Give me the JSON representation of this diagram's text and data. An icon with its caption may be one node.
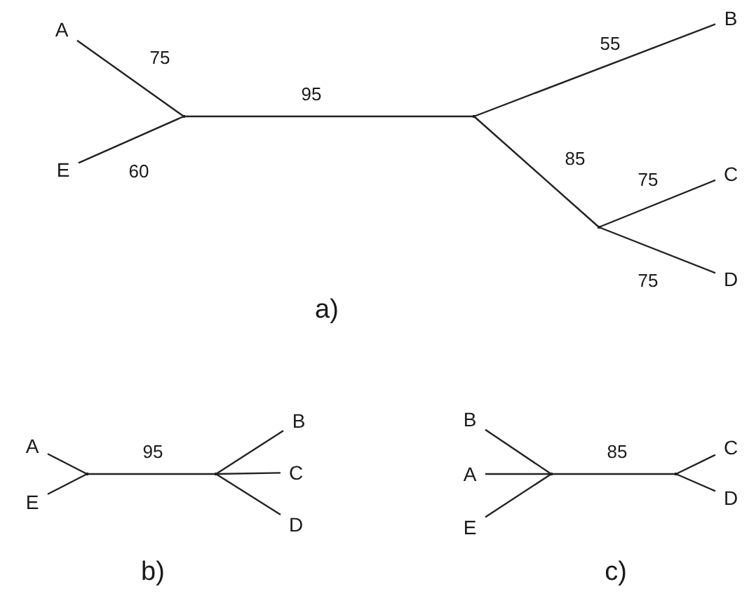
{
  "diagram": {
    "nodes": [
      {
        "text": [
          "A"
        ]
      },
      {
        "text": [
          "E"
        ]
      },
      {
        "text": [],
        "shape": "point"
      },
      {
        "text": [],
        "shape": "point"
      },
      {
        "text": [
          "B"
        ]
      },
      {
        "text": [],
        "shape": "point"
      },
      {
        "text": [
          "C"
        ]
      },
      {
        "text": [
          "D"
        ]
      },
      {
        "text": [
          "A"
        ]
      },
      {
        "text": [
          "E"
        ]
      },
      {
        "text": [],
        "shape": "point"
      },
      {
        "text": [],
        "shape": "point"
      },
      {
        "text": [
          "B"
        ]
      },
      {
        "text": [
          "C"
        ]
      },
      {
        "text": [
          "D"
        ]
      },
      {
        "text": [
          "B"
        ]
      },
      {
        "text": [
          "A"
        ]
      },
      {
        "text": [
          "E"
        ]
      },
      {
        "text": [],
        "shape": "point"
      },
      {
        "text": [],
        "shape": "point"
      },
      {
        "text": [
          "C"
        ]
      },
      {
        "text": [
          "D"
        ]
      }
    ],
    "edges": [
      {
        "from": 0,
        "to": 2,
        "arrow": "none",
        "label": "75"
      },
      {
        "from": 1,
        "to": 2,
        "arrow": "none",
        "label": "60"
      },
      {
        "from": 2,
        "to": 3,
        "arrow": "none",
        "label": "95"
      },
      {
        "from": 3,
        "to": 4,
        "arrow": "none",
        "label": "55"
      },
      {
        "from": 3,
        "to": 5,
        "arrow": "none",
        "label": "85"
      },
      {
        "from": 5,
        "to": 6,
        "arrow": "none",
        "label": "75"
      },
      {
        "from": 5,
        "to": 7,
        "arrow": "none",
        "label": "75"
      },
      {
        "from": 8,
        "to": 10,
        "arrow": "none"
      },
      {
        "from": 9,
        "to": 10,
        "arrow": "none"
      },
      {
        "from": 10,
        "to": 11,
        "arrow": "none",
        "label": "95"
      },
      {
        "from": 11,
        "to": 12,
        "arrow": "none"
      },
      {
        "from": 11,
        "to": 13,
        "arrow": "none"
      },
      {
        "from": 11,
        "to": 14,
        "arrow": "none"
      },
      {
        "from": 15,
        "to": 18,
        "arrow": "none"
      },
      {
        "from": 16,
        "to": 18,
        "arrow": "none"
      },
      {
        "from": 17,
        "to": 18,
        "arrow": "none"
      },
      {
        "from": 18,
        "to": 19,
        "arrow": "none",
        "label": "85"
      },
      {
        "from": 19,
        "to": 20,
        "arrow": "none"
      },
      {
        "from": 19,
        "to": 21,
        "arrow": "none"
      }
    ],
    "labels": [
      "a)",
      "b)",
      "c)"
    ]
  }
}
